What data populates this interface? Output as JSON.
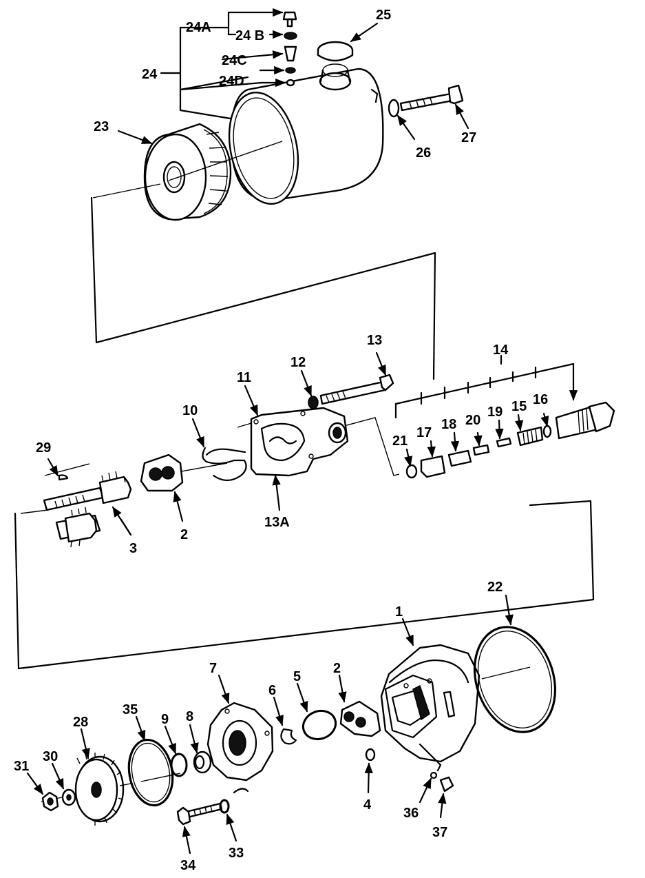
{
  "diagram": {
    "callouts": {
      "c1": "1",
      "c2a": "2",
      "c2b": "2",
      "c3": "3",
      "c4": "4",
      "c5": "5",
      "c6": "6",
      "c7": "7",
      "c8": "8",
      "c9": "9",
      "c10": "10",
      "c11": "11",
      "c12": "12",
      "c13": "13",
      "c13a": "13A",
      "c14": "14",
      "c15": "15",
      "c16": "16",
      "c17": "17",
      "c18": "18",
      "c19": "19",
      "c20": "20",
      "c21": "21",
      "c22": "22",
      "c23": "23",
      "c24": "24",
      "c24a": "24A",
      "c24b": "24 B",
      "c24c": "24C",
      "c24d": "24D",
      "c25": "25",
      "c26": "26",
      "c27": "27",
      "c28": "28",
      "c29": "29",
      "c30": "30",
      "c31": "31",
      "c33": "33",
      "c34": "34",
      "c35": "35",
      "c36": "36",
      "c37": "37"
    }
  }
}
